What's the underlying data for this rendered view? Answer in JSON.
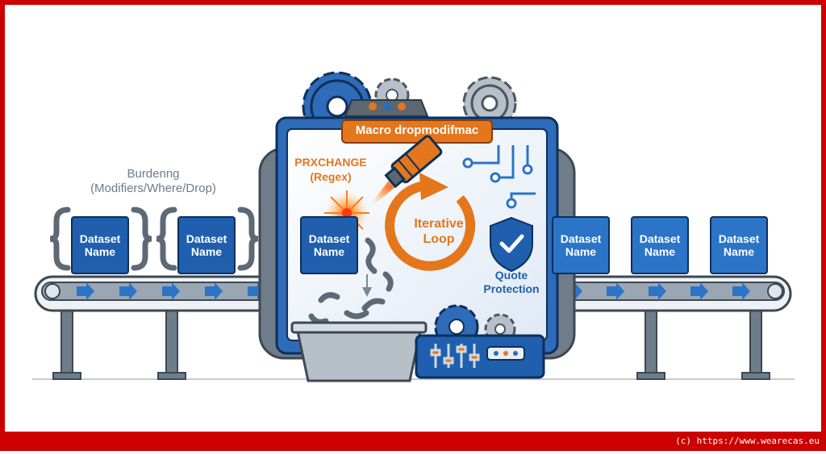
{
  "header": {},
  "labels": {
    "burden_line1": "Burdenng",
    "burden_line2": "(Modifiers/Where/Drop)",
    "macro_title": "Macro dropmodifmac",
    "prx_line1": "PRXCHANGE",
    "prx_line2": "(Regex)",
    "iter_line1": "Iterative",
    "iter_line2": "Loop",
    "quote_line1": "Quote",
    "quote_line2": "Protection"
  },
  "datasets_in": [
    {
      "line1": "Dataset",
      "line2": "Name"
    },
    {
      "line1": "Dataset",
      "line2": "Name"
    },
    {
      "line1": "Dataset",
      "line2": "Name"
    }
  ],
  "datasets_out": [
    {
      "line1": "Dataset",
      "line2": "Name"
    },
    {
      "line1": "Dataset",
      "line2": "Name"
    },
    {
      "line1": "Dataset",
      "line2": "Name"
    }
  ],
  "footer": {
    "copyright": "(c) https://www.wearecas.eu"
  },
  "colors": {
    "frame_red": "#cc0000",
    "machine_blue": "#2e6bb8",
    "dark_blue": "#1f5fae",
    "orange": "#e4761c",
    "gray": "#6f7c8a"
  },
  "icons": [
    "gear-icon",
    "conveyor-arrow-icon",
    "laser-nozzle-icon",
    "loop-arrow-icon",
    "shield-check-icon",
    "circuit-icon",
    "bin-icon",
    "slider-controls-icon"
  ]
}
